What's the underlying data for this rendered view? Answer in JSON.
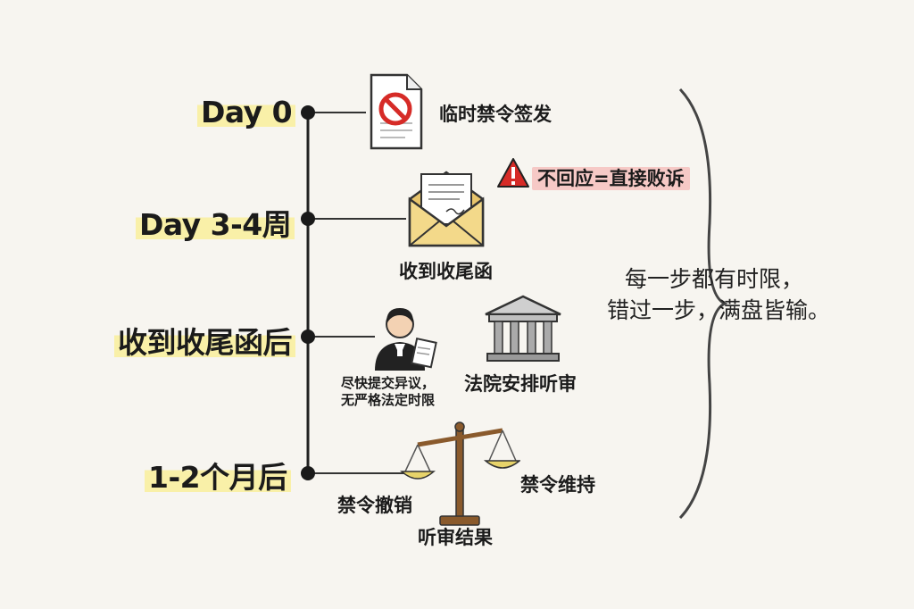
{
  "timeline": {
    "steps": [
      {
        "label": "Day 0"
      },
      {
        "label": "Day 3-4周"
      },
      {
        "label": "收到收尾函后"
      },
      {
        "label": "1-2个月后"
      }
    ]
  },
  "events": {
    "issued": "临时禁令签发",
    "warning": "不回应=直接败诉",
    "letter": "收到收尾函",
    "objection_line1": "尽快提交异议，",
    "objection_line2": "无严格法定时限",
    "hearing": "法院安排听审",
    "revoked": "禁令撤销",
    "upheld": "禁令维持",
    "result": "听审结果"
  },
  "note": {
    "line1": "每一步都有时限，",
    "line2": "错过一步，满盘皆输。"
  },
  "colors": {
    "highlight": "#f9f0a8",
    "warning_bg": "#f6c9c6",
    "warning_icon": "#d62b27",
    "envelope": "#f3d98a",
    "brass": "#d9a64a"
  }
}
